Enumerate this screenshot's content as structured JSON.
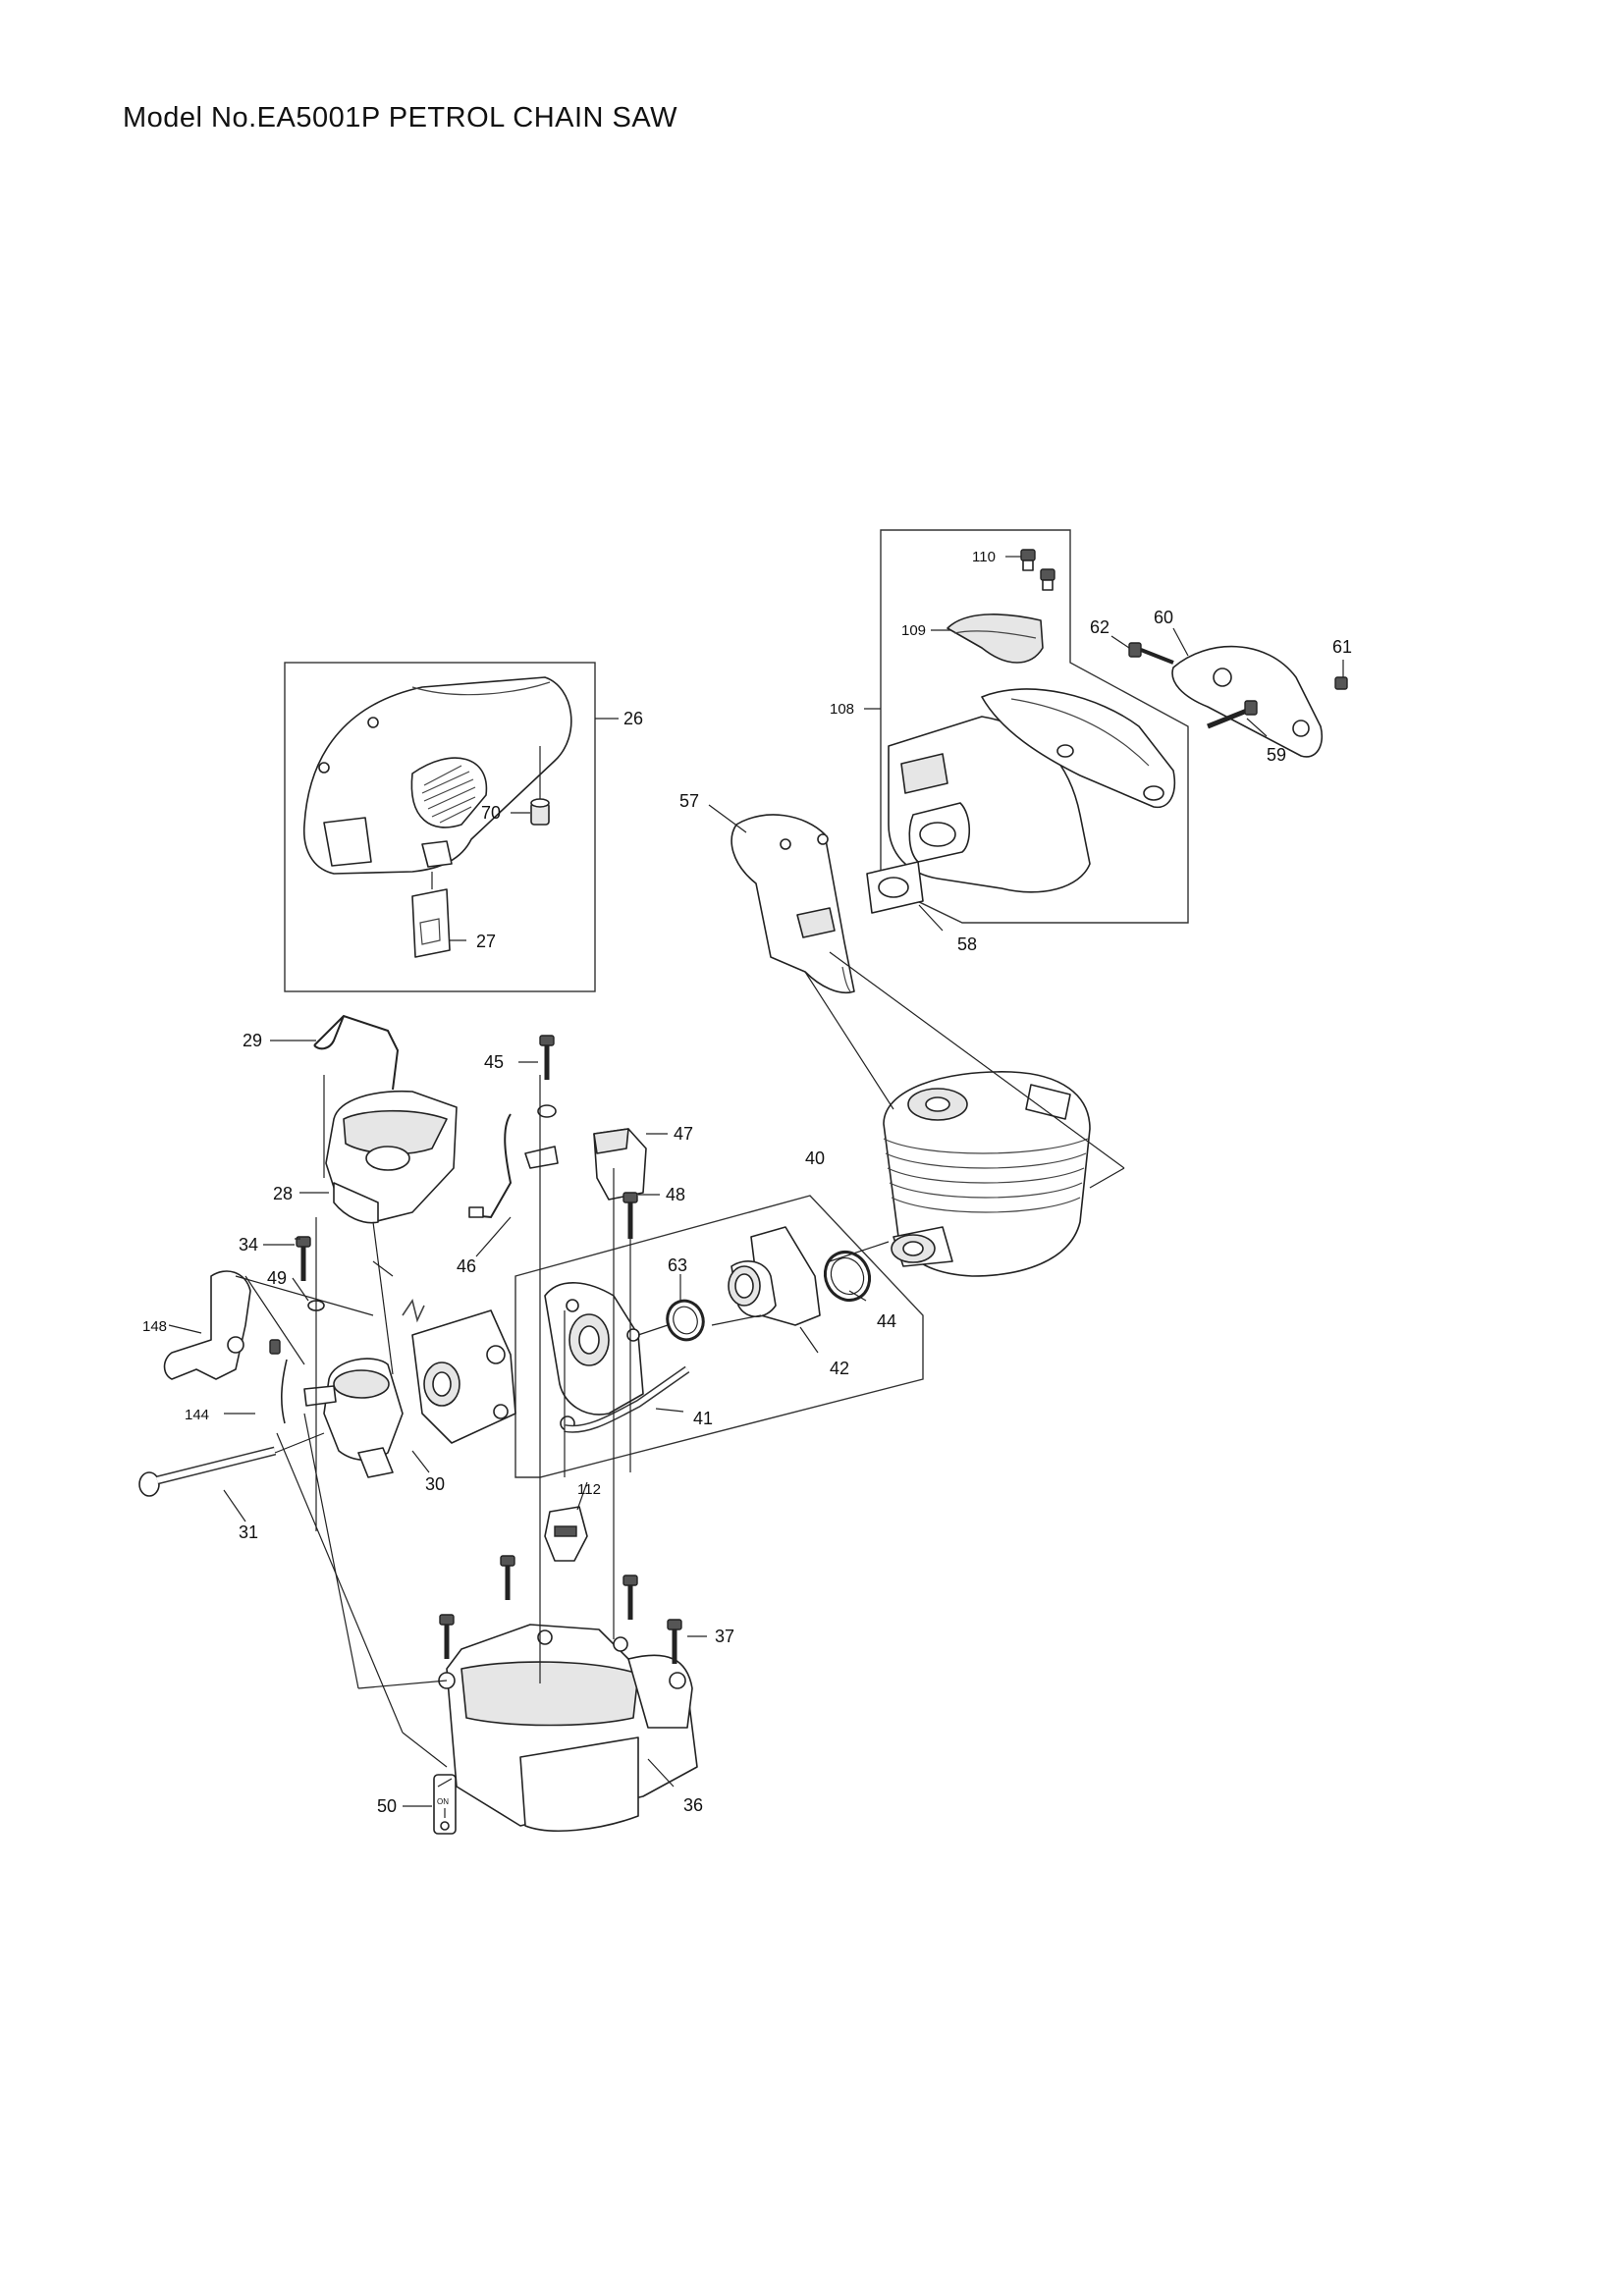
{
  "title": "Model No.EA5001P PETROL CHAIN SAW",
  "callouts": {
    "p110": "110",
    "p109": "109",
    "p108": "108",
    "p62": "62",
    "p60": "60",
    "p61": "61",
    "p59": "59",
    "p26": "26",
    "p70": "70",
    "p57": "57",
    "p58": "58",
    "p27": "27",
    "p29": "29",
    "p45": "45",
    "p47": "47",
    "p40": "40",
    "p48": "48",
    "p28": "28",
    "p34": "34",
    "p46": "46",
    "p63": "63",
    "p49": "49",
    "p44": "44",
    "p148": "148",
    "p42": "42",
    "p144": "144",
    "p41": "41",
    "p30": "30",
    "p31": "31",
    "p112": "112",
    "p37": "37",
    "p50": "50",
    "p36": "36"
  },
  "switch_label": {
    "on_text": "ON"
  }
}
